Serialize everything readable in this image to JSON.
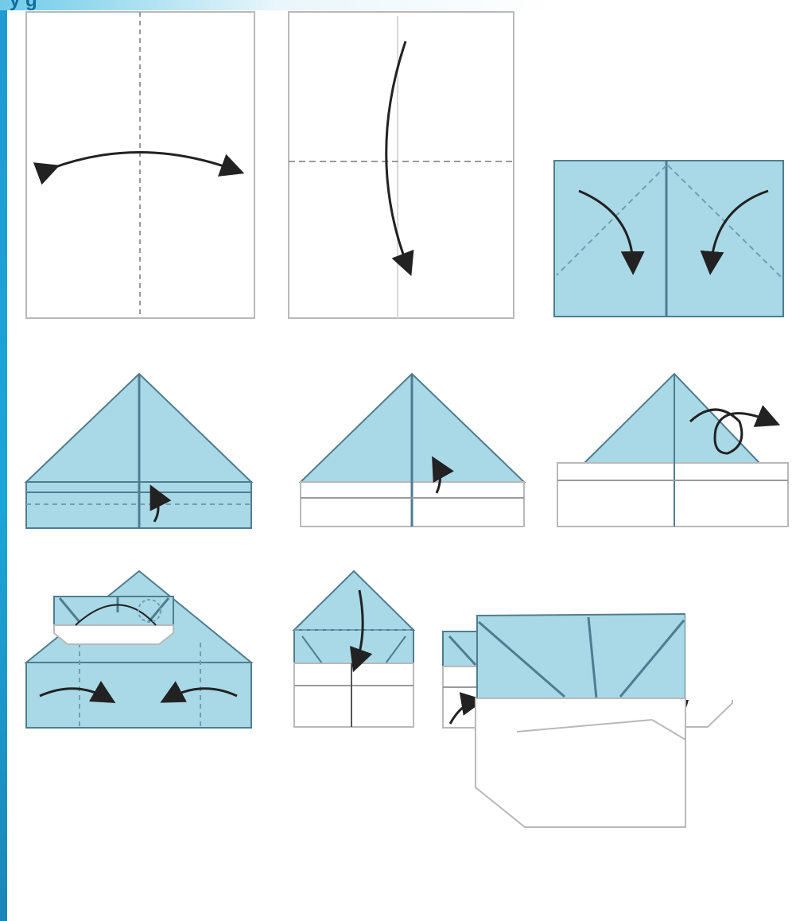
{
  "header": {
    "fragment_text": "y g"
  },
  "colors": {
    "paper_blue": "#a9d9e7",
    "paper_white": "#ffffff",
    "fold_line": "#4f7d8f",
    "arrow": "#222222",
    "accent_bar": "#1e9bd1"
  },
  "steps": [
    {
      "id": 1,
      "description_icon": "fold-in-half-vertical"
    },
    {
      "id": 2,
      "description_icon": "fold-in-half-horizontal"
    },
    {
      "id": 3,
      "description_icon": "fold-corners-down"
    },
    {
      "id": 4,
      "description_icon": "fold-bottom-up-front"
    },
    {
      "id": 5,
      "description_icon": "fold-bottom-up-again"
    },
    {
      "id": 6,
      "description_icon": "turn-over"
    },
    {
      "id": 7,
      "description_icon": "fold-sides-in"
    },
    {
      "id": 8,
      "description_icon": "fold-top-down"
    },
    {
      "id": 9,
      "description_icon": "fold-corners-up"
    },
    {
      "id": 10,
      "description_icon": "fold-bottom-up"
    },
    {
      "id": 11,
      "description_icon": "open-boat"
    },
    {
      "id": 12,
      "description_icon": "finished-boat"
    }
  ]
}
